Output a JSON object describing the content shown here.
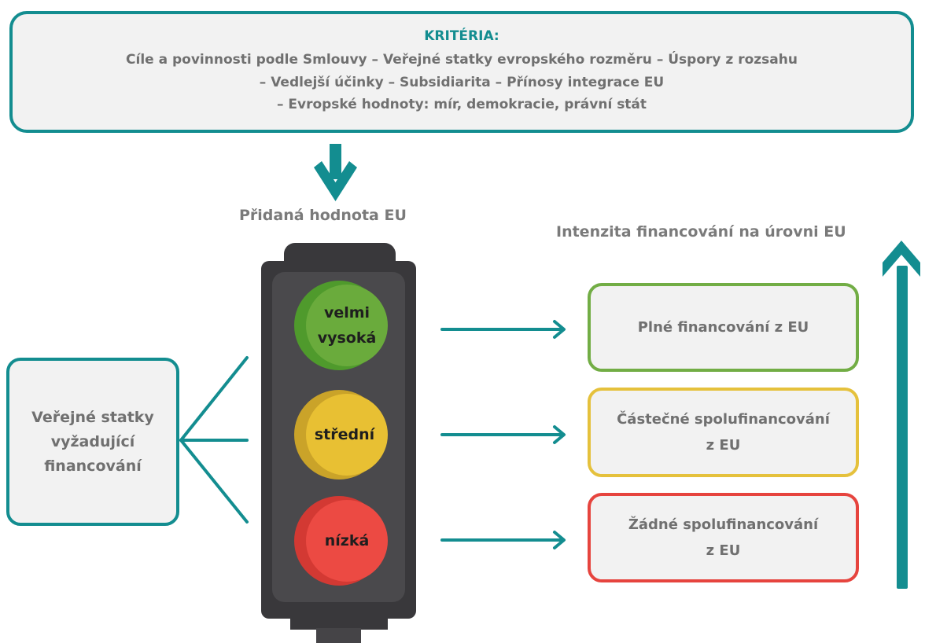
{
  "criteria": {
    "title": "KRITÉRIA:",
    "lines": [
      "Cíle a povinnosti podle Smlouvy – Veřejné statky evropského rozměru – Úspory z rozsahu",
      "– Vedlejší účinky – Subsidiarita – Přínosy integrace EU",
      "– Evropské hodnoty: mír, demokracie, právní stát"
    ]
  },
  "added_value_label": "Přidaná hodnota EU",
  "intensity_label": "Intenzita financování na úrovni EU",
  "left_box_lines": [
    "Veřejné statky",
    "vyžadující",
    "financování"
  ],
  "lights": [
    {
      "lines": [
        "velmi",
        "vysoká"
      ],
      "color": "#6aab3c",
      "shade": "#4f9a2c"
    },
    {
      "lines": [
        "střední"
      ],
      "color": "#e8c033",
      "shade": "#caa329"
    },
    {
      "lines": [
        "nízká"
      ],
      "color": "#ec4a43",
      "shade": "#d33933"
    }
  ],
  "outcomes": [
    {
      "lines": [
        "Plné financování z EU"
      ],
      "border": "#72ad45"
    },
    {
      "lines": [
        "Částečné spolufinancování",
        "z EU"
      ],
      "border": "#e5c13c"
    },
    {
      "lines": [
        "Žádné spolufinancování",
        "z EU"
      ],
      "border": "#e6443e"
    }
  ],
  "colors": {
    "accent": "#138d90",
    "housing": "#39383b",
    "panel": "#4a494c"
  }
}
